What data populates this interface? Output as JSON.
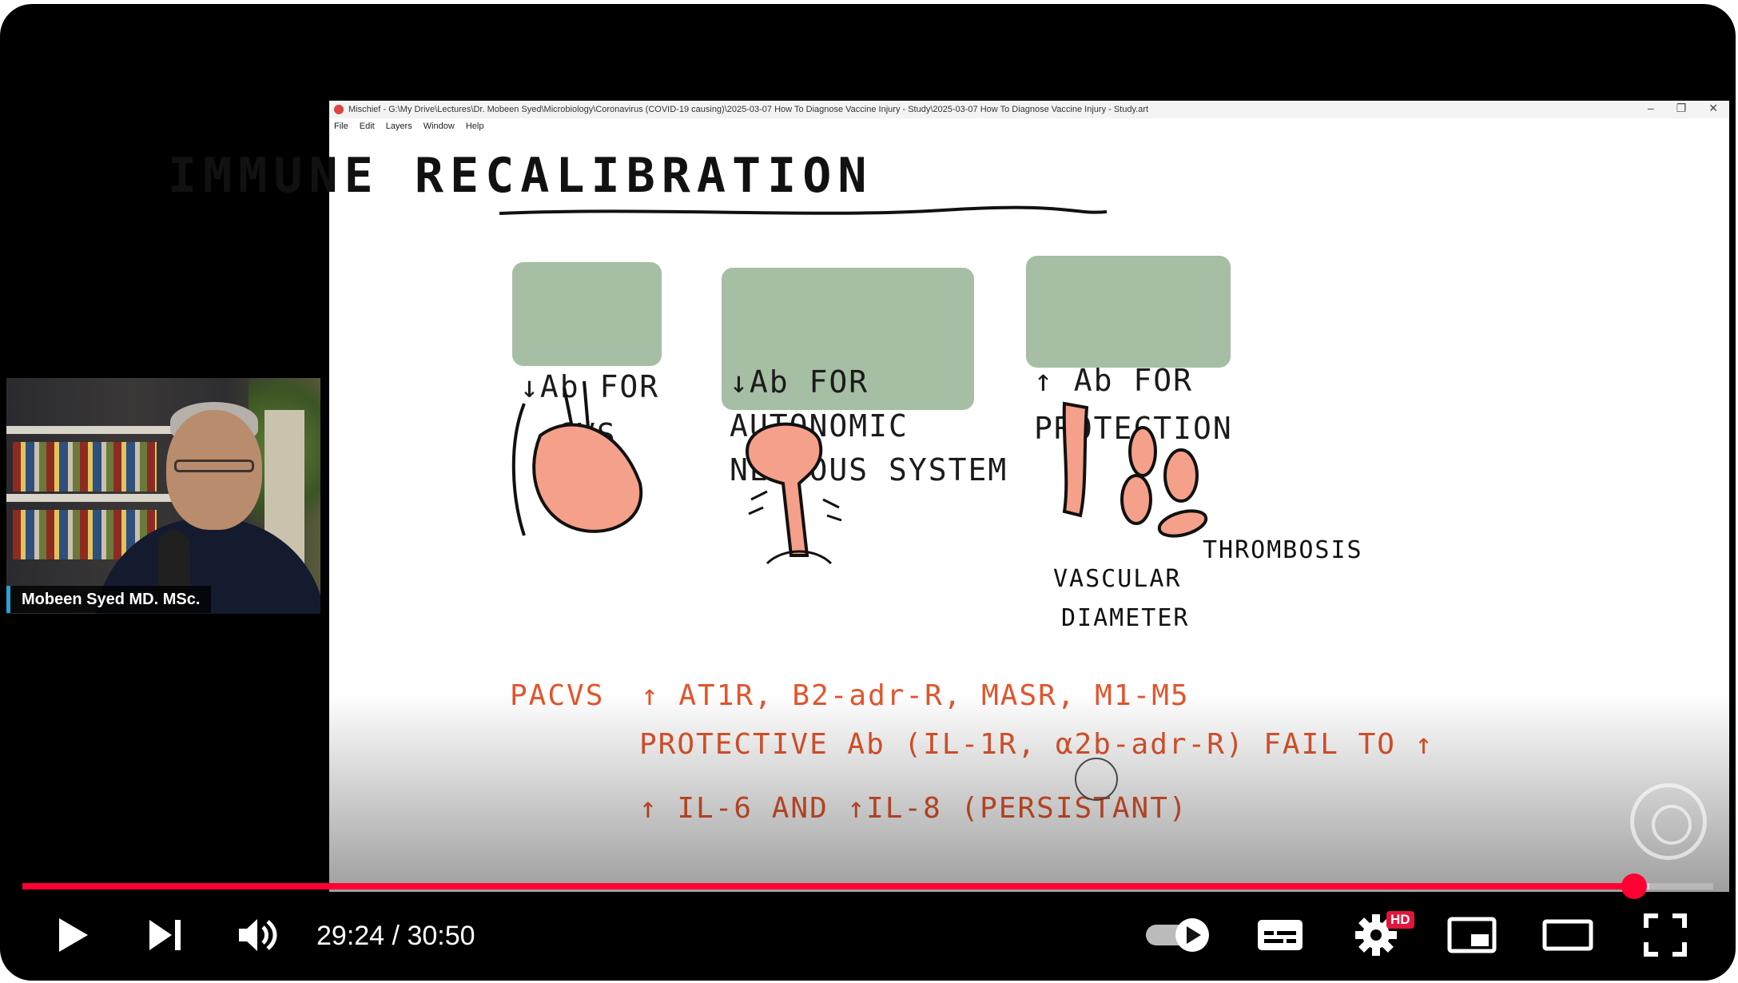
{
  "presenter": {
    "name": "Mobeen Syed MD. MSc."
  },
  "window": {
    "title": "Mischief - G:\\My Drive\\Lectures\\Dr. Mobeen Syed\\Microbiology\\Coronavirus (COVID-19 causing)\\2025-03-07 How To Diagnose Vaccine Injury - Study\\2025-03-07 How To Diagnose Vaccine Injury - Study.art",
    "menu": [
      "File",
      "Edit",
      "Layers",
      "Window",
      "Help"
    ],
    "controls": {
      "minimize": "–",
      "restore": "❐",
      "close": "✕"
    }
  },
  "board": {
    "title": "IMMUNE RECALIBRATION",
    "boxes": [
      {
        "line1": "↓Ab FOR",
        "line2": "CVS"
      },
      {
        "line1": "↓Ab FOR",
        "line2": "AUTONOMIC",
        "line3": "NERVOUS SYSTEM"
      },
      {
        "line1": "↑ Ab FOR",
        "line2": "PROTECTION"
      }
    ],
    "labels": {
      "thrombosis": "THROMBOSIS",
      "vascular": "VASCULAR",
      "diameter": "DIAMETER"
    },
    "notes": {
      "line1_a": "PACVS",
      "line1_b": "↑ AT1R, B2-adr-R, MASR, M1-M5",
      "line2": "PROTECTIVE Ab (IL-1R, α2b-adr-R) FAIL TO ↑",
      "line3": "↑ IL-6 AND ↑IL-8 (PERSISTANT)"
    }
  },
  "player": {
    "current_time": "29:24",
    "duration": "30:50",
    "time_separator": " / ",
    "played_fraction": 0.953,
    "loaded_fraction": 0.962,
    "quality_badge": "HD",
    "colors": {
      "accent": "#ff0033",
      "box_green": "#a6bea4",
      "marker_red": "#e2552d"
    }
  }
}
